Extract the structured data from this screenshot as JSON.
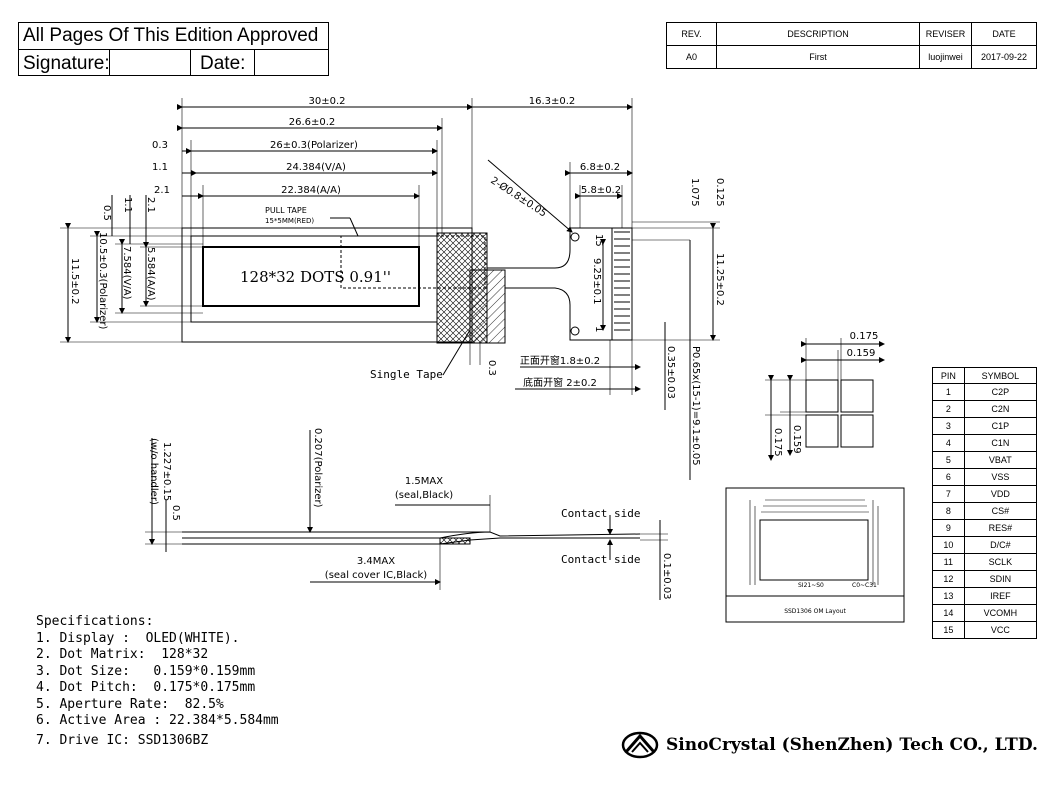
{
  "approval": {
    "title": "All Pages Of This Edition Approved",
    "signature_label": "Signature:",
    "date_label": "Date:"
  },
  "revision_table": {
    "headers": [
      "REV.",
      "DESCRIPTION",
      "REVISER",
      "DATE"
    ],
    "rows": [
      {
        "rev": "A0",
        "description": "First",
        "reviser": "luojinwei",
        "date": "2017-09-22"
      }
    ]
  },
  "drawing": {
    "dims": {
      "overall_width": "30±0.2",
      "fpc_length": "16.3±0.2",
      "glass_width": "26.6±0.2",
      "polarizer_offset": "0.3",
      "polarizer_width": "26±0.3(Polarizer)",
      "va_offset": "1.1",
      "va_width": "24.384(V/A)",
      "aa_offset": "2.1",
      "aa_width": "22.384(A/A)",
      "fpc_width": "6.8±0.2",
      "fpc_inner": "5.8±0.2",
      "hole": "2-Ø0.8±0.05",
      "v_05": "0.5",
      "v_11": "1.1",
      "v_21": "2.1",
      "polarizer_height": "10.5±0.3(Polarizer)",
      "va_height": "7.584(V/A)",
      "aa_height": "5.584(A/A)",
      "glass_height": "11.5±0.2",
      "fpc_1075": "1.075",
      "fpc_0125": "0.125",
      "fpc_height": "11.25±0.2",
      "pin_span": "9.25±0.1",
      "pin_15": "15",
      "pin_1": "1",
      "front_open": "正面开窗1.8±0.2",
      "back_open": "底面开窗 2±0.2",
      "fpc_thickness": "0.35±0.03",
      "pitch": "P0.65x(15-1)=9.1±0.05",
      "tape_03": "0.3",
      "dot_pitch_label": "0.175",
      "dot_size_label": "0.159",
      "side_thickness": "1.227±0.15",
      "side_note": "(w/o handler)",
      "side_05": "0.5",
      "polarizer_thick": "0.207(Polarizer)",
      "seal_max": "1.5MAX",
      "seal_note": "(seal,Black)",
      "ic_max": "3.4MAX",
      "ic_note": "(seal cover IC,Black)",
      "contact_top": "Contact side",
      "contact_bottom": "Contact side",
      "fpc_01": "0.1±0.03"
    },
    "pull_tape": "PULL TAPE",
    "pull_tape_size": "15*5MM(RED)",
    "display_text": "128*32 DOTS 0.91''",
    "single_tape": "Single Tape",
    "layout_labels": {
      "seg": "SI21~S0",
      "com": "C0~C31",
      "title": "SSD1306 OM Layout"
    }
  },
  "specifications": {
    "title": "Specifications:",
    "items": [
      "1. Display :  OLED(WHITE).",
      "2. Dot Matrix:  128*32",
      "3. Dot Size:   0.159*0.159mm",
      "4. Dot Pitch:  0.175*0.175mm",
      "5. Aperture Rate:  82.5%",
      "6. Active Area : 22.384*5.584mm",
      "7. Drive IC: SSD1306BZ"
    ]
  },
  "pin_table": {
    "headers": [
      "PIN",
      "SYMBOL"
    ],
    "rows": [
      [
        "1",
        "C2P"
      ],
      [
        "2",
        "C2N"
      ],
      [
        "3",
        "C1P"
      ],
      [
        "4",
        "C1N"
      ],
      [
        "5",
        "VBAT"
      ],
      [
        "6",
        "VSS"
      ],
      [
        "7",
        "VDD"
      ],
      [
        "8",
        "CS#"
      ],
      [
        "9",
        "RES#"
      ],
      [
        "10",
        "D/C#"
      ],
      [
        "11",
        "SCLK"
      ],
      [
        "12",
        "SDIN"
      ],
      [
        "13",
        "IREF"
      ],
      [
        "14",
        "VCOMH"
      ],
      [
        "15",
        "VCC"
      ]
    ]
  },
  "company": {
    "name": "SinoCrystal (ShenZhen) Tech CO., LTD."
  },
  "icons": {
    "logo": "sinocrystal-logo-icon"
  }
}
